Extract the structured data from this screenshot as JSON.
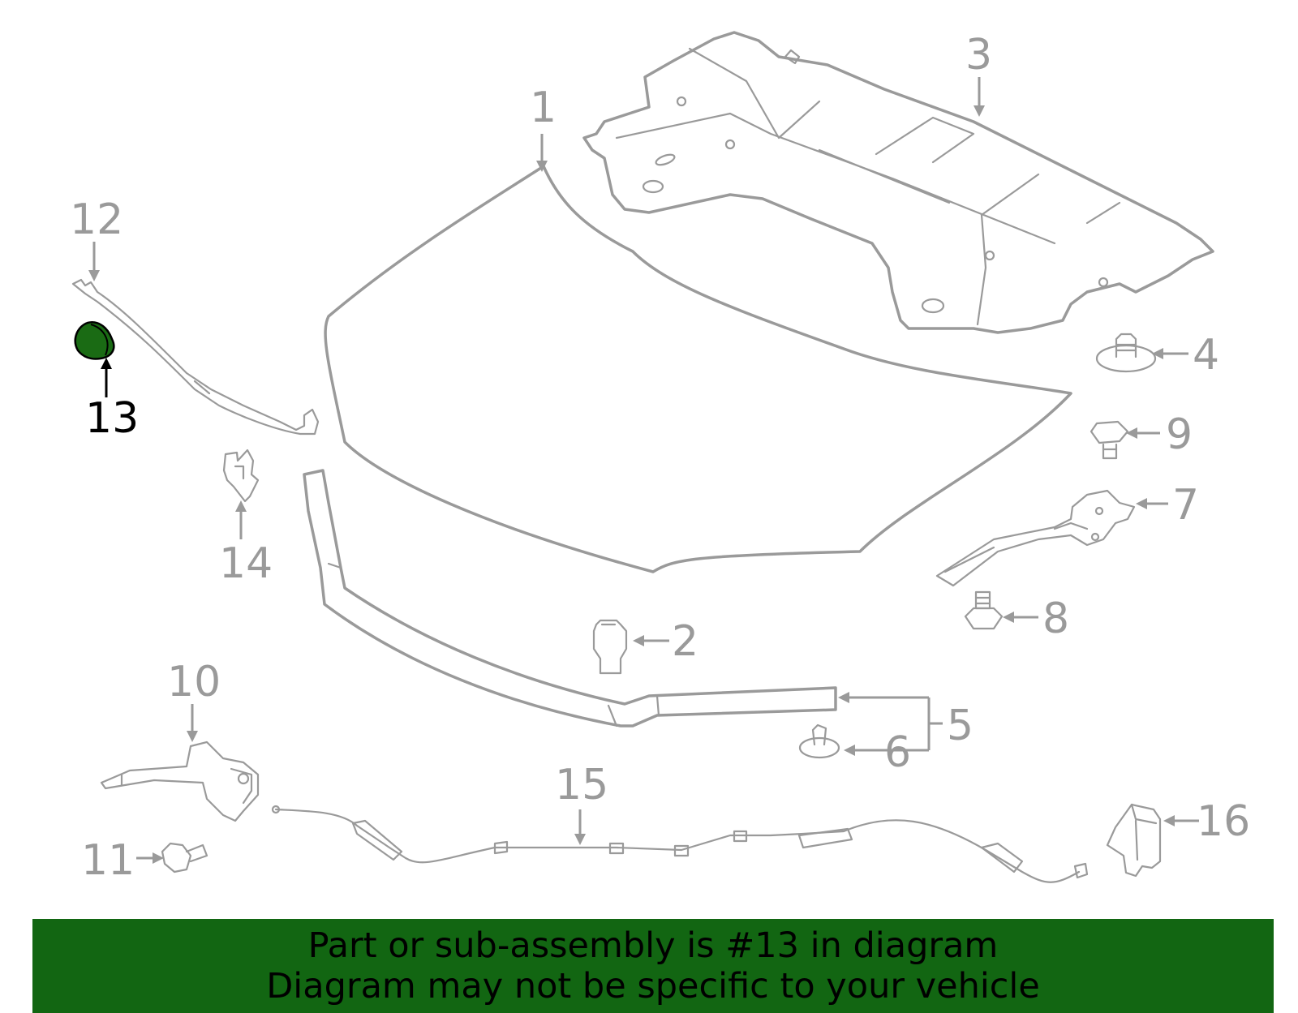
{
  "callouts": {
    "c1": "1",
    "c2": "2",
    "c3": "3",
    "c4": "4",
    "c5": "5",
    "c6": "6",
    "c7": "7",
    "c8": "8",
    "c9": "9",
    "c10": "10",
    "c11": "11",
    "c12": "12",
    "c13": "13",
    "c14": "14",
    "c15": "15",
    "c16": "16"
  },
  "highlight": {
    "part": "13",
    "color": "#1a6b14"
  },
  "colors": {
    "lines": "#9a9a9a",
    "banner_bg": "#126612",
    "banner_text": "#000000"
  },
  "banner": {
    "line1": "Part or sub-assembly is #13 in diagram",
    "line2": "Diagram may not be specific to your vehicle"
  }
}
